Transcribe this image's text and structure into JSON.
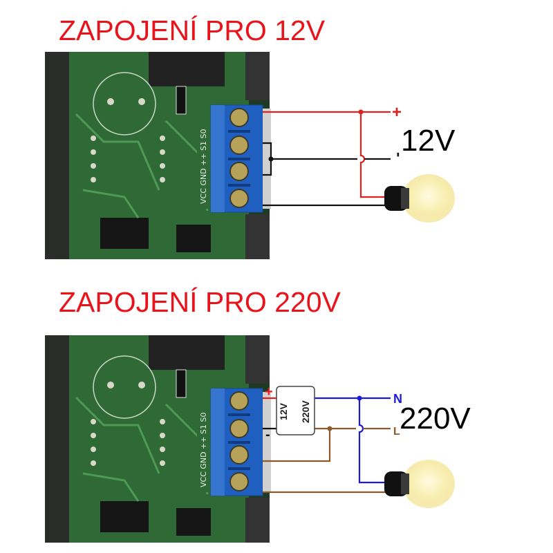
{
  "panel_12v": {
    "title": "ZAPOJENÍ PRO 12V",
    "voltage_label": "12V",
    "plus_label": "+",
    "minus_label": "-",
    "terminal_label": "VCC GND ++ S1 S0",
    "wire_colors": {
      "positive": "#e0201e",
      "negative": "#111111"
    }
  },
  "panel_220v": {
    "title": "ZAPOJENÍ PRO 220V",
    "voltage_label": "220V",
    "plus_label": "+",
    "minus_label": "-",
    "n_label": "N",
    "l_label": "L",
    "converter_in": "12V",
    "converter_out": "220V",
    "terminal_label": "VCC GND ++ S1 S0",
    "wire_colors": {
      "neutral": "#1a1adf",
      "live": "#8b5a2b"
    }
  }
}
